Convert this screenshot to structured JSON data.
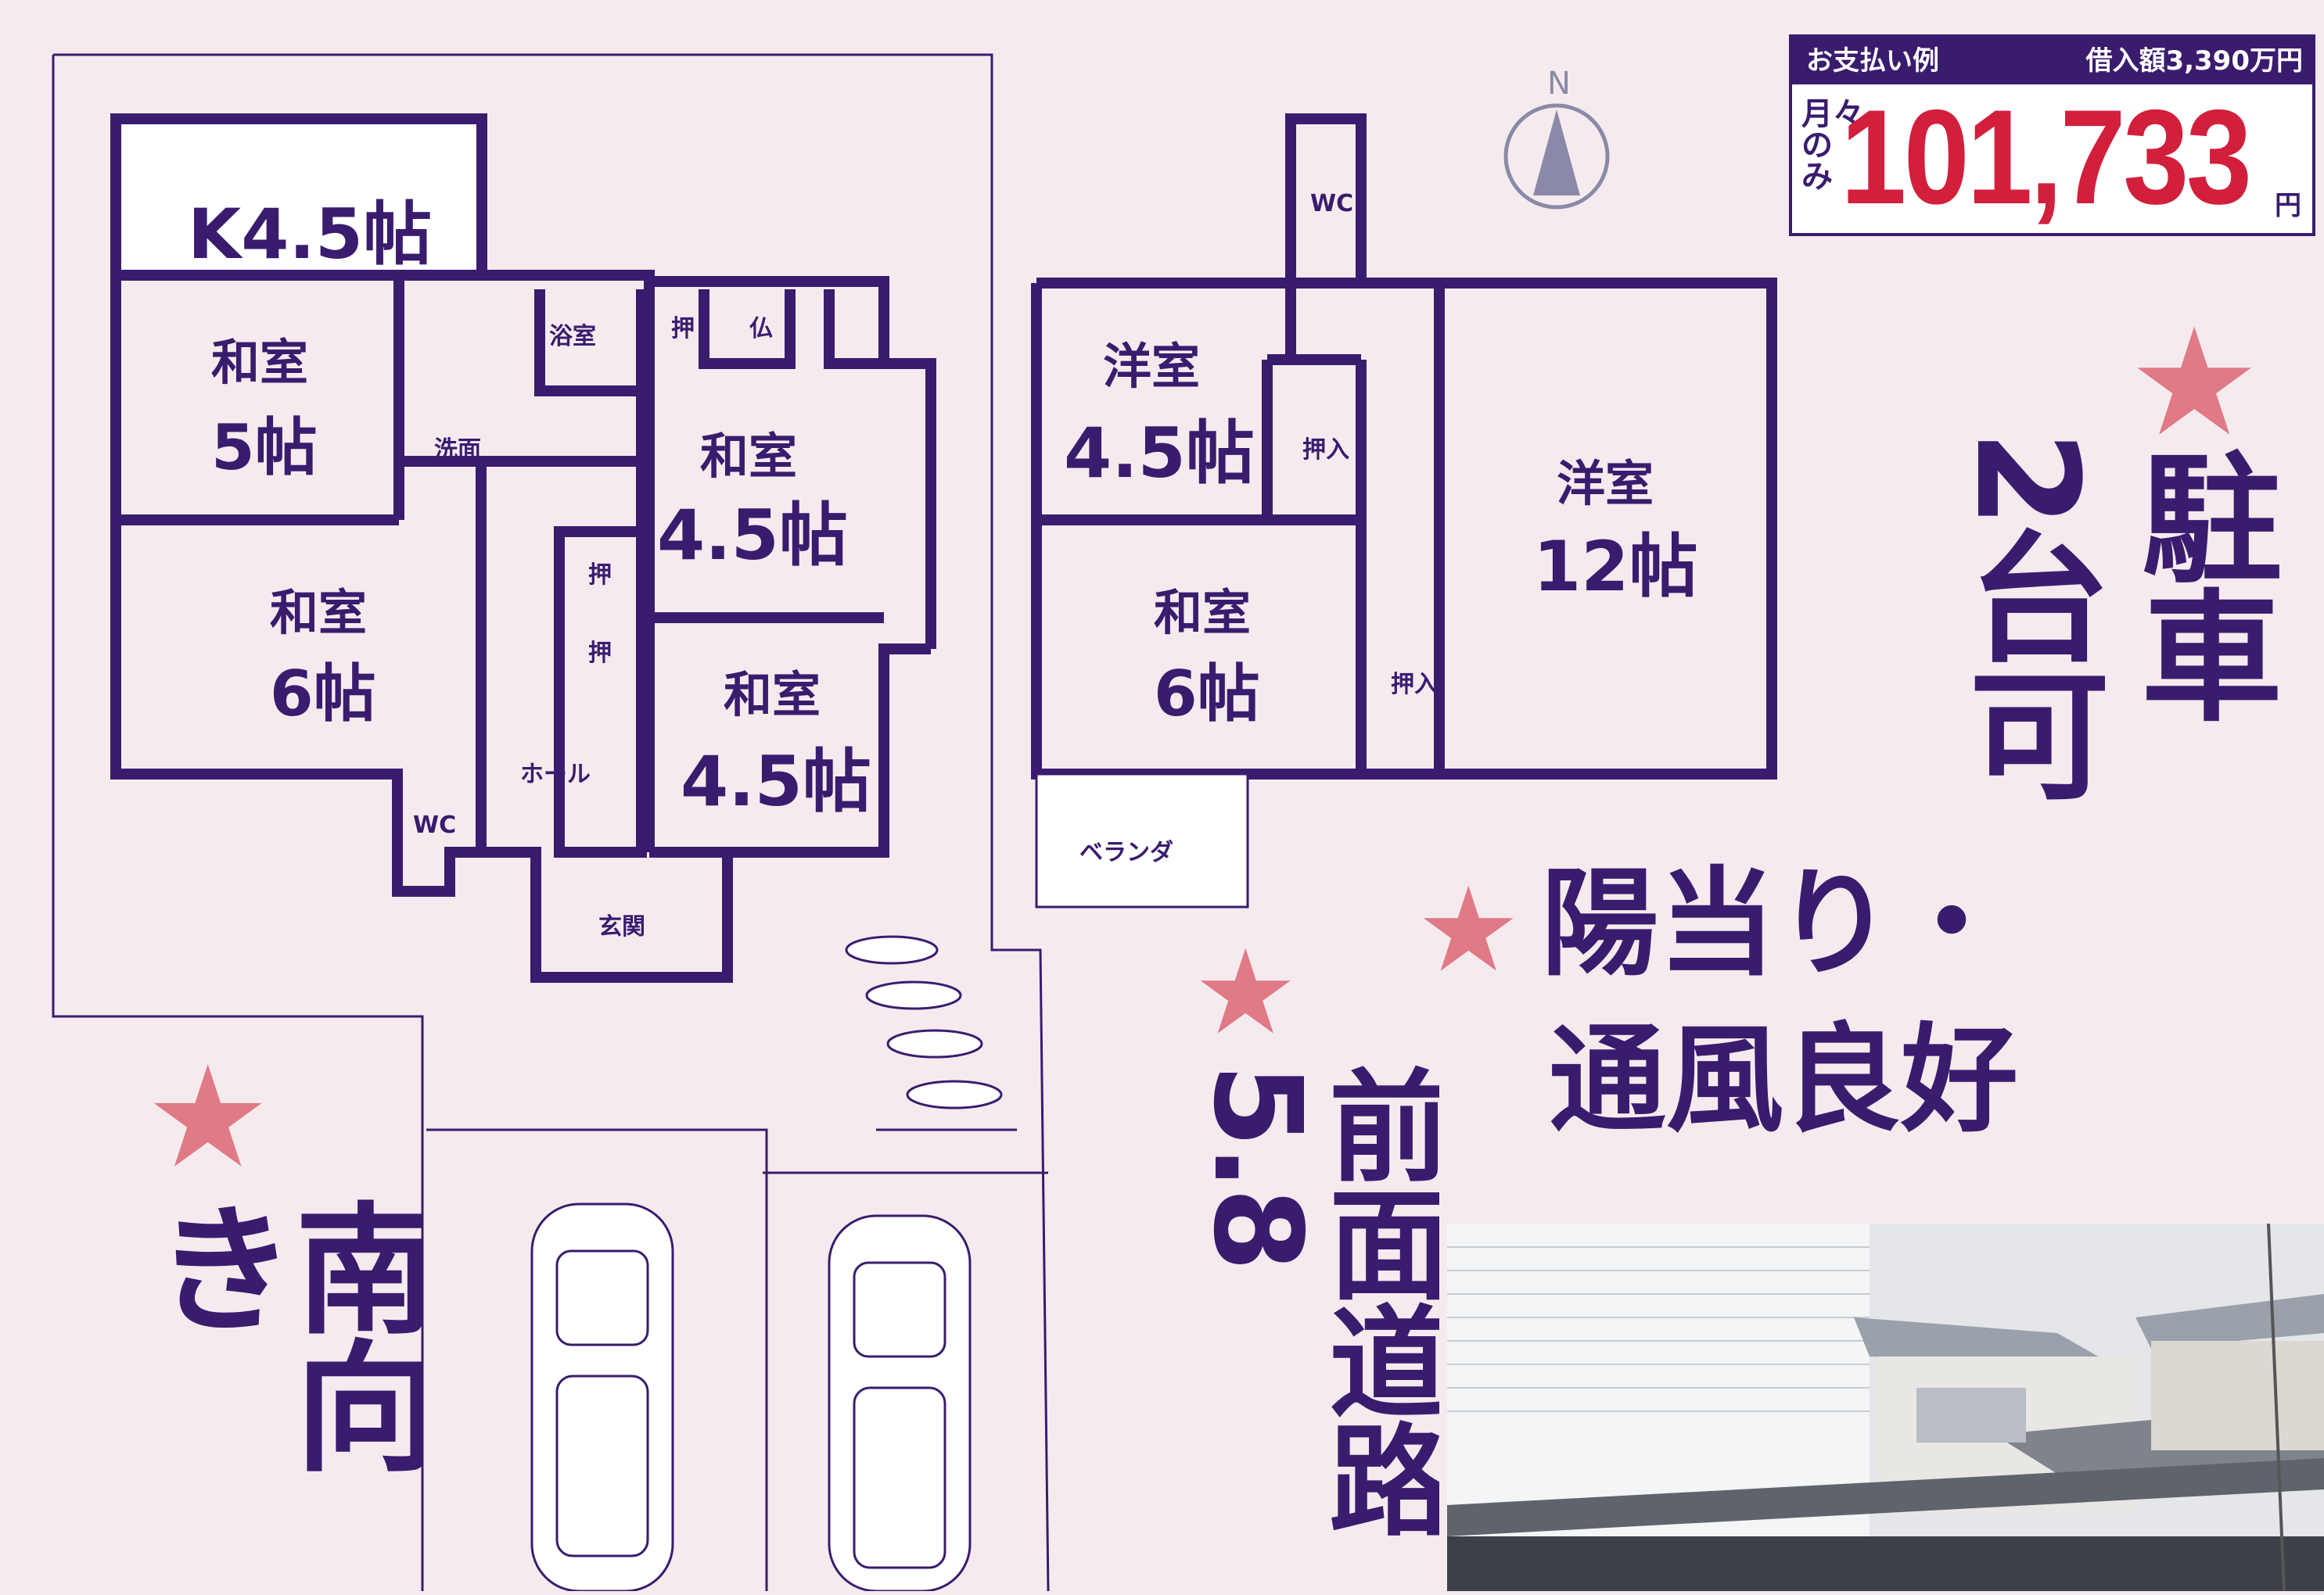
{
  "payment": {
    "label": "お支払い例",
    "loan": "借入額3,390万円",
    "monthly": "月々のみ",
    "amount": "101,733",
    "unit": "円"
  },
  "compass": {
    "north": "N"
  },
  "floor1": {
    "kitchen": "K4.5帖",
    "washitsu5_name": "和室",
    "washitsu5_size": "5帖",
    "washitsu6_name": "和室",
    "washitsu6_size": "6帖",
    "washitsu45a_name": "和室",
    "washitsu45a_size": "4.5帖",
    "washitsu45b_name": "和室",
    "washitsu45b_size": "4.5帖",
    "bath": "浴室",
    "oshi1": "押",
    "butsu": "仏",
    "oshi2": "押",
    "oshi3": "押",
    "senmen": "洗面",
    "hall": "ホール",
    "wc": "WC",
    "genkan": "玄関"
  },
  "floor2": {
    "yoshitsu45_name": "洋室",
    "yoshitsu45_size": "4.5帖",
    "yoshitsu12_name": "洋室",
    "yoshitsu12_size": "12帖",
    "washitsu6_name": "和室",
    "washitsu6_size": "6帖",
    "wc": "WC",
    "oshiire1": "押入",
    "oshiire2": "押入",
    "veranda": "ベランダ"
  },
  "features": {
    "parking": "駐車",
    "parking_count": "2台可",
    "sun": "陽当り・",
    "wind": "通風良好",
    "road": "前面道路5.8",
    "south": "南向き"
  },
  "colors": {
    "wall": "#3a1c6e",
    "accent": "#d21f3c",
    "star": "#e07a86",
    "background": "#f5ebee"
  }
}
